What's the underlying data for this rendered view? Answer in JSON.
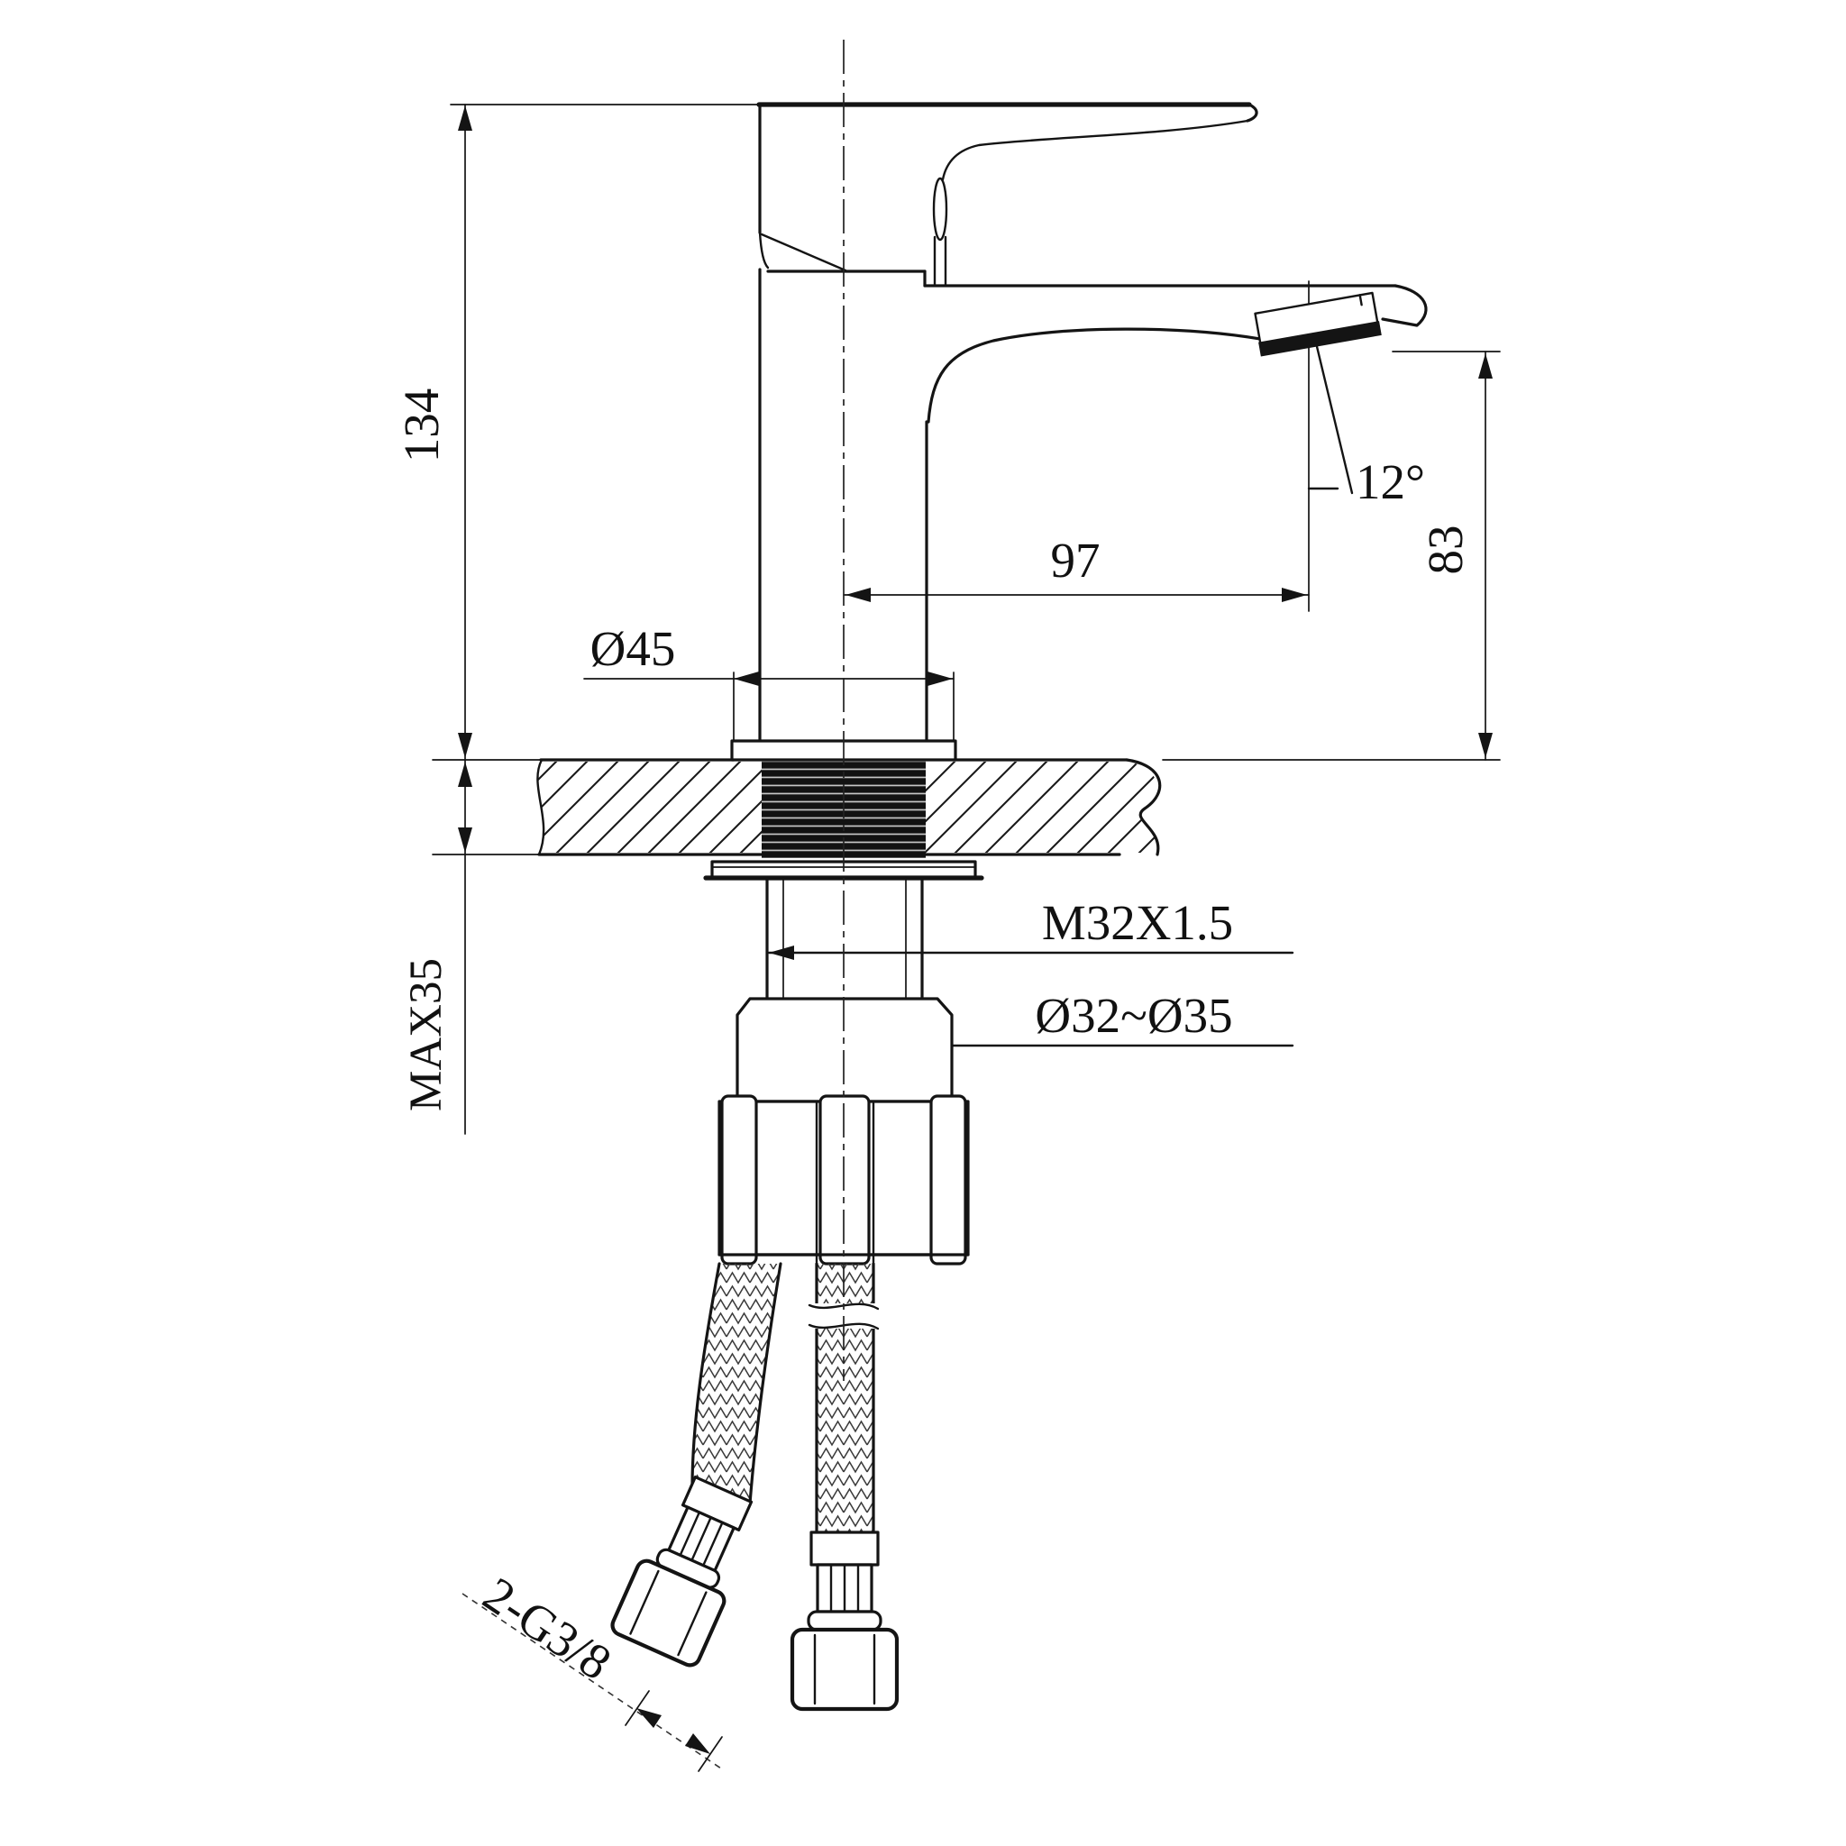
{
  "drawing": {
    "title_hint": "basin mixer faucet installation dimension drawing",
    "background_color": "#ffffff",
    "line_color": "#141414",
    "labels": {
      "overall_height": "134",
      "spout_reach": "97",
      "outlet_height": "83",
      "outlet_angle": "12°",
      "base_diameter": "Ø45",
      "max_mounting_thickness": "MAX35",
      "shank_thread": "M32X1.5",
      "mounting_hole_range": "Ø32~Ø35",
      "hose_connections": "2-G3/8"
    }
  }
}
